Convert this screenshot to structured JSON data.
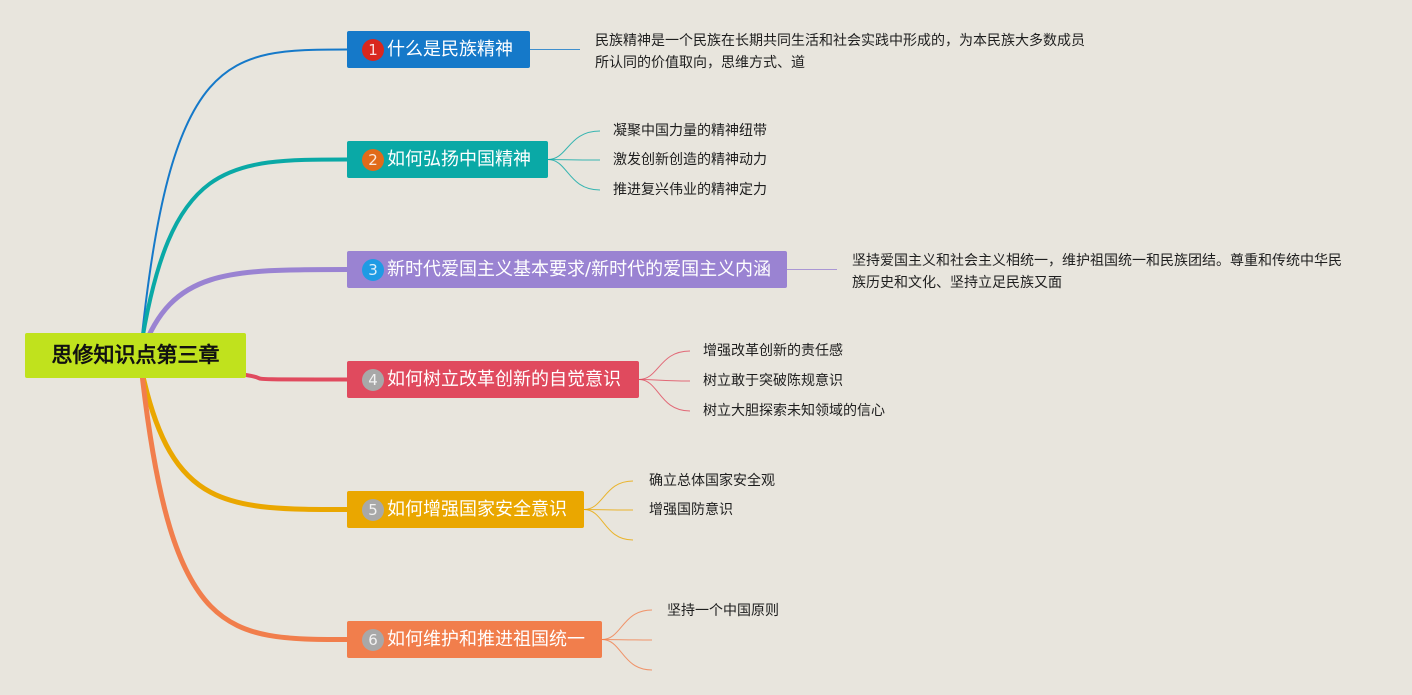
{
  "root": {
    "label": "思修知识点第三章",
    "color": "#c0e21d"
  },
  "branches": [
    {
      "num": "1",
      "label": "什么是民族精神",
      "color": "#1579c9",
      "badge": "#d9271e",
      "children": [
        "民族精神是一个民族在长期共同生活和社会实践中形成的，为本民族大多数成员所认同的价值取向，思维方式、道"
      ]
    },
    {
      "num": "2",
      "label": "如何弘扬中国精神",
      "color": "#0aa9a6",
      "badge": "#e16b1a",
      "children": [
        "凝聚中国力量的精神纽带",
        "激发创新创造的精神动力",
        "推进复兴伟业的精神定力"
      ]
    },
    {
      "num": "3",
      "label": "新时代爱国主义基本要求/新时代的爱国主义内涵",
      "color": "#9a83d2",
      "badge": "#1f9be4",
      "children": [
        "坚持爱国主义和社会主义相统一，维护祖国统一和民族团结。尊重和传统中华民族历史和文化、坚持立足民族又面"
      ]
    },
    {
      "num": "4",
      "label": "如何树立改革创新的自觉意识",
      "color": "#e04a5e",
      "badge": "#a8a8a8",
      "children": [
        "增强改革创新的责任感",
        "树立敢于突破陈规意识",
        "树立大胆探索未知领域的信心"
      ]
    },
    {
      "num": "5",
      "label": "如何增强国家安全意识",
      "color": "#eaa700",
      "badge": "#a8a8a8",
      "children": [
        "确立总体国家安全观",
        "增强国防意识",
        ""
      ]
    },
    {
      "num": "6",
      "label": "如何维护和推进祖国统一",
      "color": "#f17e4c",
      "badge": "#a8a8a8",
      "children": [
        "坚持一个中国原则",
        "",
        ""
      ]
    }
  ]
}
